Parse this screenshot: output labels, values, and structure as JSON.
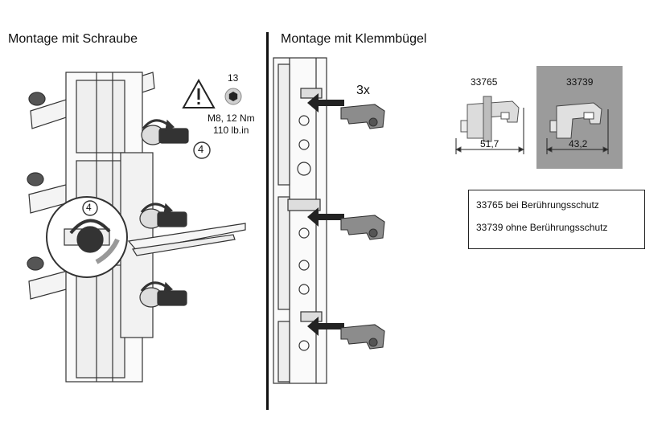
{
  "left_section": {
    "title": "Montage mit Schraube",
    "step_number": "4",
    "zoom_step_number": "4",
    "spec": {
      "tool_size": "13",
      "bolt_torque": "M8, 12 Nm",
      "torque_imperial": "110 lb.in"
    }
  },
  "right_section": {
    "title": "Montage mit Klemmbügel",
    "quantity": "3x",
    "clamps": [
      {
        "part_number": "33765",
        "width": "51,7"
      },
      {
        "part_number": "33739",
        "width": "43,2"
      }
    ],
    "legend": [
      "33765 bei Berührungsschutz",
      "33739 ohne Berührungsschutz"
    ]
  },
  "colors": {
    "panel_grey": "#9b9b9b",
    "divider": "#111111",
    "line_art": "#333333"
  }
}
